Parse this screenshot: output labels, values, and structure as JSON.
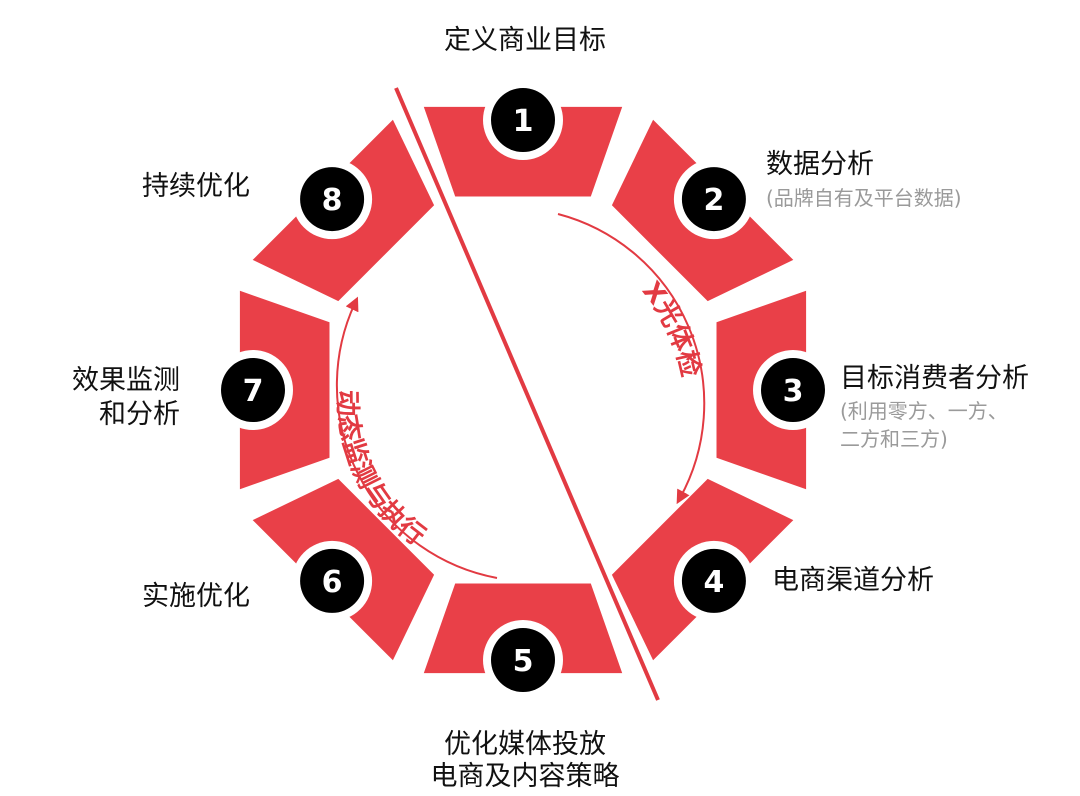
{
  "colors": {
    "segment": "#e94048",
    "segment_stroke": "#ffffff",
    "circle": "#000000",
    "circle_ring": "#ffffff",
    "diagonal": "#e23a42",
    "arc": "#e23a42"
  },
  "steps": [
    {
      "num": "1",
      "label": "定义商业目标"
    },
    {
      "num": "2",
      "label": "数据分析",
      "sub": "(品牌自有及平台数据)"
    },
    {
      "num": "3",
      "label": "目标消费者分析",
      "sub1": "(利用零方、一方、",
      "sub2": "二方和三方)"
    },
    {
      "num": "4",
      "label": "电商渠道分析"
    },
    {
      "num": "5",
      "label1": "优化媒体投放",
      "label2": "电商及内容策略"
    },
    {
      "num": "6",
      "label": "实施优化"
    },
    {
      "num": "7",
      "label1": "效果监测",
      "label2": "和分析"
    },
    {
      "num": "8",
      "label": "持续优化"
    }
  ],
  "arcs": {
    "right": "X光体检",
    "left": "动态监测与执行"
  }
}
